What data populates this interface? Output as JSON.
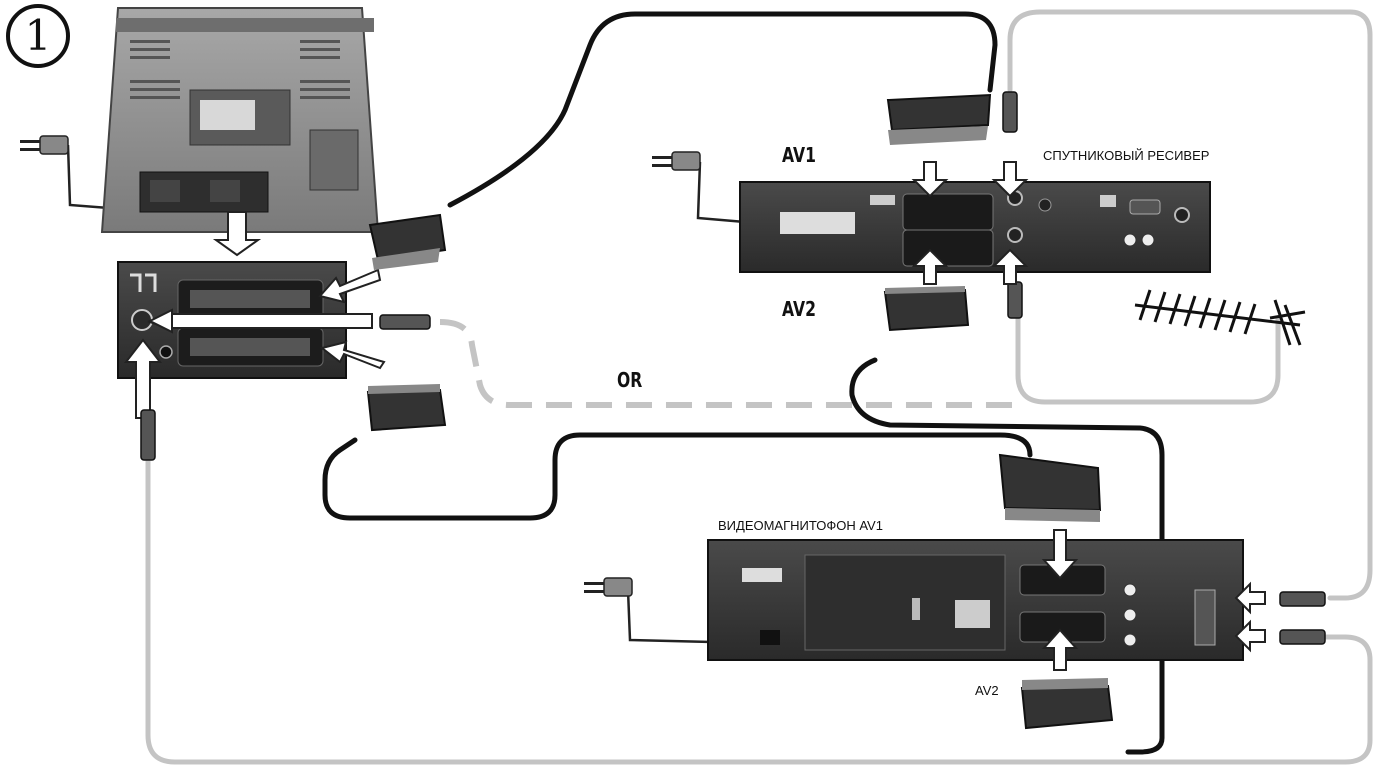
{
  "step_number": "1",
  "labels": {
    "av1_top": "AV1",
    "av2_top": "AV2",
    "satellite_receiver": "СПУТНИКОВЫЙ РЕСИВЕР",
    "or": "OR",
    "vcr_av1": "ВИДЕОМАГНИТОФОН AV1",
    "av2_bottom": "AV2"
  },
  "colors": {
    "cable_black": "#111111",
    "cable_grey": "#c4c4c4",
    "device_dark": "#3a3a3a",
    "tv_body": "#8a8a8a"
  },
  "icons": [
    "tv-back-panel",
    "tv-socket-panel",
    "satellite-receiver",
    "vcr",
    "antenna",
    "scart-plug",
    "rf-plug",
    "power-plug",
    "arrow"
  ]
}
